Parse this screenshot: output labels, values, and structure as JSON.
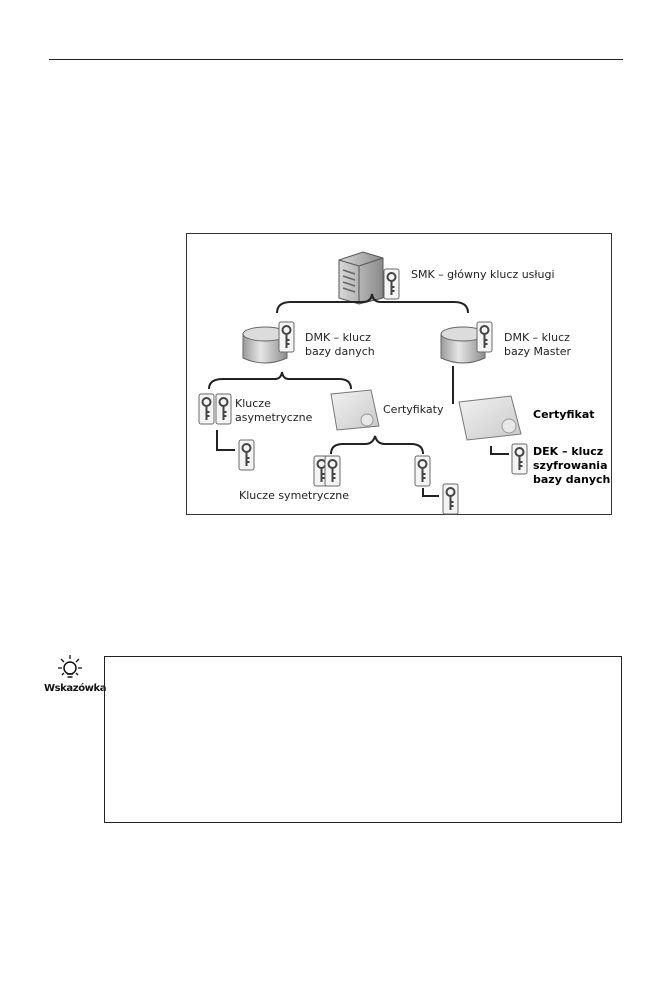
{
  "diagram": {
    "smk_label": "SMK – główny klucz usługi",
    "dmk_db_label": "DMK – klucz\nbazy danych",
    "dmk_master_label": "DMK – klucz\nbazy Master",
    "asym_keys_label": "Klucze\nasymetryczne",
    "certificates_label": "Certyfikaty",
    "certificate_label": "Certyfikat",
    "dek_label": "DEK – klucz\nszyfrowania\nbazy danych",
    "sym_keys_label": "Klucze symetryczne"
  },
  "hint": {
    "label": "Wskazówka"
  }
}
